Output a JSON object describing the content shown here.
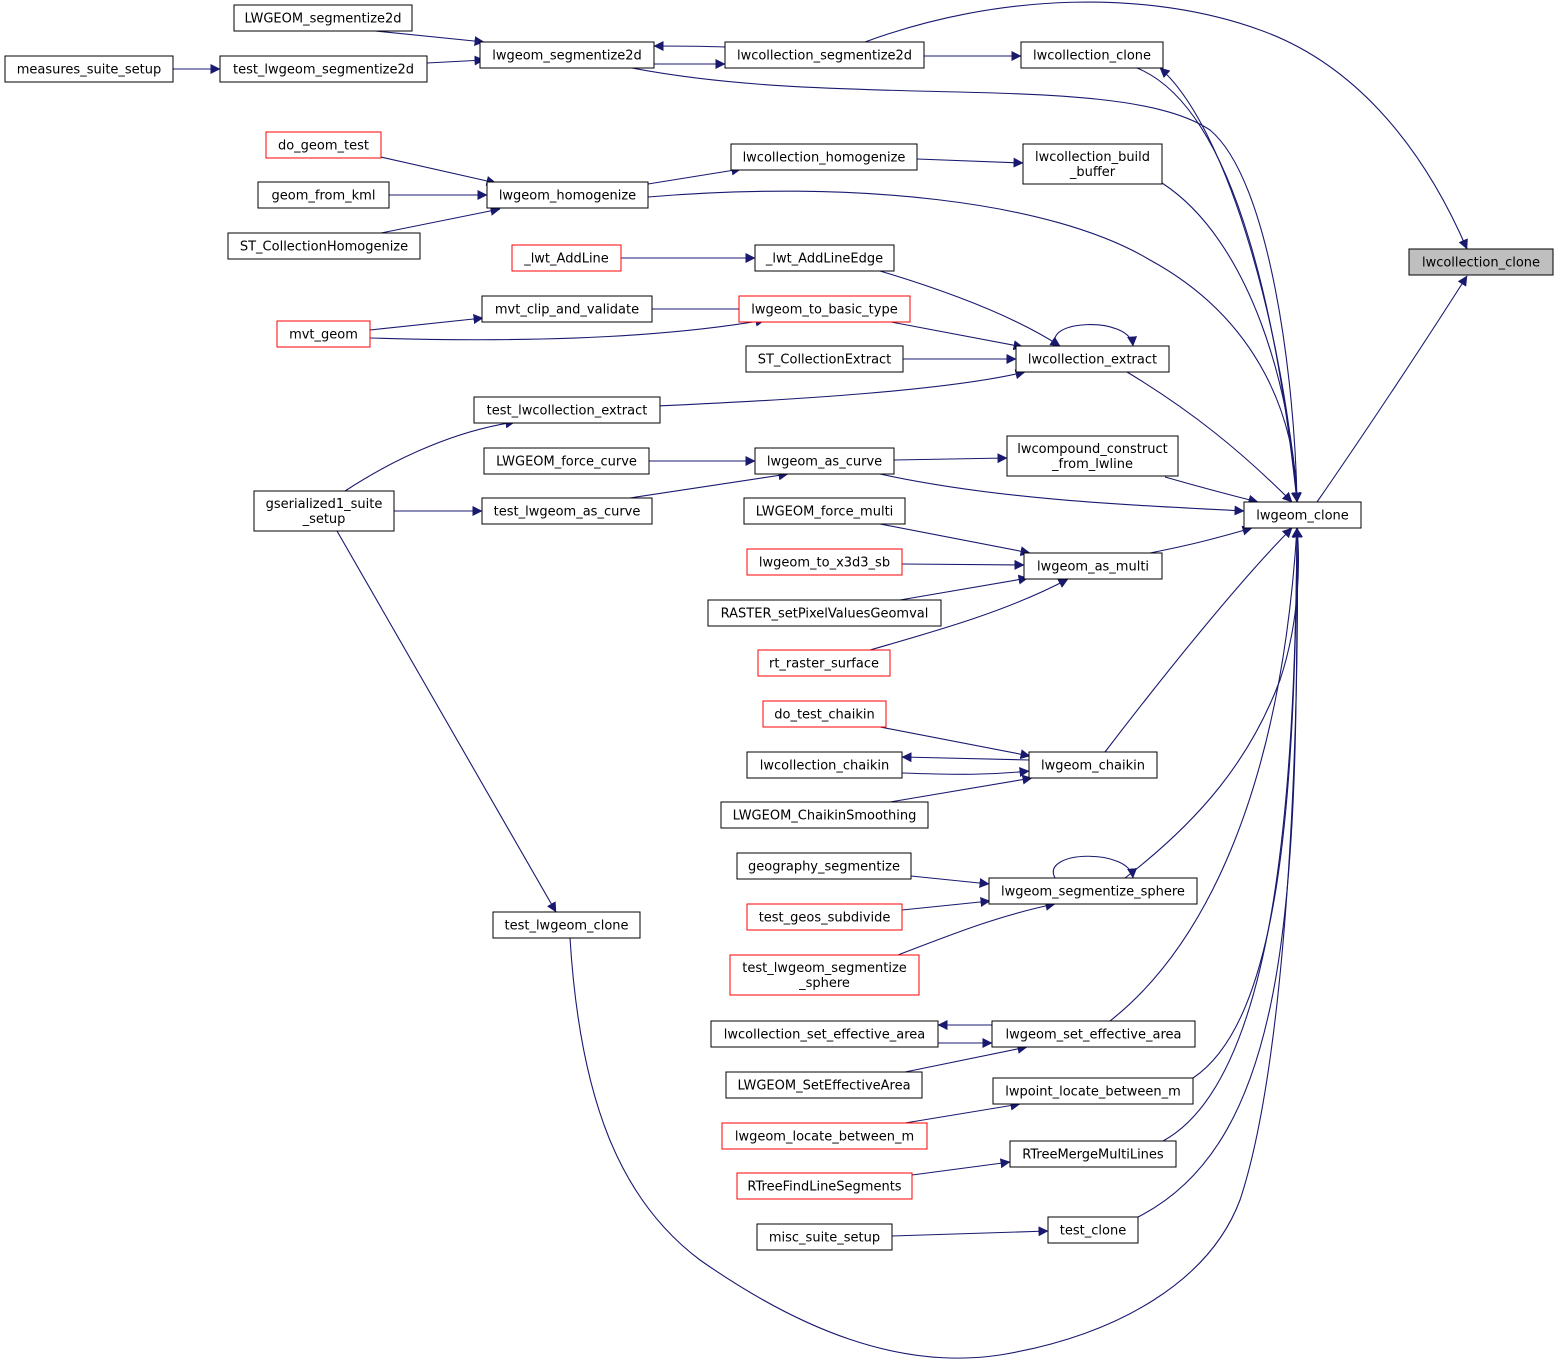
{
  "colors": {
    "edge": "#191970",
    "node_border": "#000000",
    "node_border_truncated": "#ff0000",
    "node_fill": "#ffffff",
    "root_fill": "#bfbfbf"
  },
  "graph": {
    "nodes": [
      {
        "id": "root",
        "lines": [
          "lwcollection_clone"
        ],
        "style": "root"
      },
      {
        "id": "lwgeom_clone",
        "lines": [
          "lwgeom_clone"
        ],
        "style": "normal"
      },
      {
        "id": "lwcollection_clone",
        "lines": [
          "lwcollection_clone"
        ],
        "style": "normal"
      },
      {
        "id": "lwcollection_segmentize2d",
        "lines": [
          "lwcollection_segmentize2d"
        ],
        "style": "normal"
      },
      {
        "id": "lwgeom_segmentize2d",
        "lines": [
          "lwgeom_segmentize2d"
        ],
        "style": "normal"
      },
      {
        "id": "LWGEOM_segmentize2d",
        "lines": [
          "LWGEOM_segmentize2d"
        ],
        "style": "normal"
      },
      {
        "id": "test_lwgeom_segmentize2d",
        "lines": [
          "test_lwgeom_segmentize2d"
        ],
        "style": "normal"
      },
      {
        "id": "measures_suite_setup",
        "lines": [
          "measures_suite_setup"
        ],
        "style": "normal"
      },
      {
        "id": "lwcollection_build_buffer",
        "lines": [
          "lwcollection_build",
          "_buffer"
        ],
        "style": "normal"
      },
      {
        "id": "lwcollection_homogenize",
        "lines": [
          "lwcollection_homogenize"
        ],
        "style": "normal"
      },
      {
        "id": "lwgeom_homogenize",
        "lines": [
          "lwgeom_homogenize"
        ],
        "style": "normal"
      },
      {
        "id": "do_geom_test",
        "lines": [
          "do_geom_test"
        ],
        "style": "truncated"
      },
      {
        "id": "geom_from_kml",
        "lines": [
          "geom_from_kml"
        ],
        "style": "normal"
      },
      {
        "id": "ST_CollectionHomogenize",
        "lines": [
          "ST_CollectionHomogenize"
        ],
        "style": "normal"
      },
      {
        "id": "_lwt_AddLineEdge",
        "lines": [
          "_lwt_AddLineEdge"
        ],
        "style": "normal"
      },
      {
        "id": "_lwt_AddLine",
        "lines": [
          "_lwt_AddLine"
        ],
        "style": "truncated"
      },
      {
        "id": "lwcollection_extract",
        "lines": [
          "lwcollection_extract"
        ],
        "style": "normal"
      },
      {
        "id": "lwgeom_to_basic_type",
        "lines": [
          "lwgeom_to_basic_type"
        ],
        "style": "truncated"
      },
      {
        "id": "mvt_clip_and_validate",
        "lines": [
          "mvt_clip_and_validate"
        ],
        "style": "normal"
      },
      {
        "id": "mvt_geom",
        "lines": [
          "mvt_geom"
        ],
        "style": "truncated"
      },
      {
        "id": "ST_CollectionExtract",
        "lines": [
          "ST_CollectionExtract"
        ],
        "style": "normal"
      },
      {
        "id": "test_lwcollection_extract",
        "lines": [
          "test_lwcollection_extract"
        ],
        "style": "normal"
      },
      {
        "id": "gserialized1_suite_setup",
        "lines": [
          "gserialized1_suite",
          "_setup"
        ],
        "style": "normal"
      },
      {
        "id": "lwcompound_construct_from_lwline",
        "lines": [
          "lwcompound_construct",
          "_from_lwline"
        ],
        "style": "normal"
      },
      {
        "id": "lwgeom_as_curve",
        "lines": [
          "lwgeom_as_curve"
        ],
        "style": "normal"
      },
      {
        "id": "LWGEOM_force_curve",
        "lines": [
          "LWGEOM_force_curve"
        ],
        "style": "normal"
      },
      {
        "id": "test_lwgeom_as_curve",
        "lines": [
          "test_lwgeom_as_curve"
        ],
        "style": "normal"
      },
      {
        "id": "lwgeom_as_multi",
        "lines": [
          "lwgeom_as_multi"
        ],
        "style": "normal"
      },
      {
        "id": "LWGEOM_force_multi",
        "lines": [
          "LWGEOM_force_multi"
        ],
        "style": "normal"
      },
      {
        "id": "lwgeom_to_x3d3_sb",
        "lines": [
          "lwgeom_to_x3d3_sb"
        ],
        "style": "truncated"
      },
      {
        "id": "RASTER_setPixelValuesGeomval",
        "lines": [
          "RASTER_setPixelValuesGeomval"
        ],
        "style": "normal"
      },
      {
        "id": "rt_raster_surface",
        "lines": [
          "rt_raster_surface"
        ],
        "style": "truncated"
      },
      {
        "id": "lwgeom_chaikin",
        "lines": [
          "lwgeom_chaikin"
        ],
        "style": "normal"
      },
      {
        "id": "do_test_chaikin",
        "lines": [
          "do_test_chaikin"
        ],
        "style": "truncated"
      },
      {
        "id": "lwcollection_chaikin",
        "lines": [
          "lwcollection_chaikin"
        ],
        "style": "normal"
      },
      {
        "id": "LWGEOM_ChaikinSmoothing",
        "lines": [
          "LWGEOM_ChaikinSmoothing"
        ],
        "style": "normal"
      },
      {
        "id": "lwgeom_segmentize_sphere",
        "lines": [
          "lwgeom_segmentize_sphere"
        ],
        "style": "normal"
      },
      {
        "id": "geography_segmentize",
        "lines": [
          "geography_segmentize"
        ],
        "style": "normal"
      },
      {
        "id": "test_geos_subdivide",
        "lines": [
          "test_geos_subdivide"
        ],
        "style": "truncated"
      },
      {
        "id": "test_lwgeom_segmentize_sphere",
        "lines": [
          "test_lwgeom_segmentize",
          "_sphere"
        ],
        "style": "truncated"
      },
      {
        "id": "test_lwgeom_clone",
        "lines": [
          "test_lwgeom_clone"
        ],
        "style": "normal"
      },
      {
        "id": "lwgeom_set_effective_area",
        "lines": [
          "lwgeom_set_effective_area"
        ],
        "style": "normal"
      },
      {
        "id": "lwcollection_set_effective_area",
        "lines": [
          "lwcollection_set_effective_area"
        ],
        "style": "normal"
      },
      {
        "id": "LWGEOM_SetEffectiveArea",
        "lines": [
          "LWGEOM_SetEffectiveArea"
        ],
        "style": "normal"
      },
      {
        "id": "lwpoint_locate_between_m",
        "lines": [
          "lwpoint_locate_between_m"
        ],
        "style": "normal"
      },
      {
        "id": "lwgeom_locate_between_m",
        "lines": [
          "lwgeom_locate_between_m"
        ],
        "style": "truncated"
      },
      {
        "id": "RTreeMergeMultiLines",
        "lines": [
          "RTreeMergeMultiLines"
        ],
        "style": "normal"
      },
      {
        "id": "RTreeFindLineSegments",
        "lines": [
          "RTreeFindLineSegments"
        ],
        "style": "truncated"
      },
      {
        "id": "test_clone",
        "lines": [
          "test_clone"
        ],
        "style": "normal"
      },
      {
        "id": "misc_suite_setup",
        "lines": [
          "misc_suite_setup"
        ],
        "style": "normal"
      }
    ],
    "edges": [
      {
        "from": "lwgeom_clone",
        "to": "root"
      },
      {
        "from": "lwcollection_segmentize2d",
        "to": "root"
      },
      {
        "from": "lwcollection_clone",
        "to": "lwgeom_clone"
      },
      {
        "from": "lwgeom_clone",
        "to": "lwcollection_clone"
      },
      {
        "from": "lwcollection_segmentize2d",
        "to": "lwcollection_clone"
      },
      {
        "from": "lwcollection_segmentize2d",
        "to": "lwgeom_segmentize2d"
      },
      {
        "from": "lwgeom_segmentize2d",
        "to": "lwcollection_segmentize2d"
      },
      {
        "from": "lwgeom_segmentize2d",
        "to": "lwgeom_clone"
      },
      {
        "from": "LWGEOM_segmentize2d",
        "to": "lwgeom_segmentize2d"
      },
      {
        "from": "test_lwgeom_segmentize2d",
        "to": "lwgeom_segmentize2d"
      },
      {
        "from": "measures_suite_setup",
        "to": "test_lwgeom_segmentize2d"
      },
      {
        "from": "lwcollection_build_buffer",
        "to": "lwgeom_clone"
      },
      {
        "from": "lwcollection_homogenize",
        "to": "lwcollection_build_buffer"
      },
      {
        "from": "lwgeom_homogenize",
        "to": "lwcollection_homogenize"
      },
      {
        "from": "lwgeom_homogenize",
        "to": "lwgeom_clone"
      },
      {
        "from": "do_geom_test",
        "to": "lwgeom_homogenize"
      },
      {
        "from": "geom_from_kml",
        "to": "lwgeom_homogenize"
      },
      {
        "from": "ST_CollectionHomogenize",
        "to": "lwgeom_homogenize"
      },
      {
        "from": "_lwt_AddLineEdge",
        "to": "lwcollection_extract"
      },
      {
        "from": "_lwt_AddLine",
        "to": "_lwt_AddLineEdge"
      },
      {
        "from": "lwcollection_extract",
        "to": "lwgeom_clone"
      },
      {
        "from": "lwcollection_extract",
        "to": "lwcollection_extract"
      },
      {
        "from": "lwgeom_to_basic_type",
        "to": "lwcollection_extract"
      },
      {
        "from": "mvt_clip_and_validate",
        "to": "lwgeom_to_basic_type"
      },
      {
        "from": "mvt_geom",
        "to": "mvt_clip_and_validate"
      },
      {
        "from": "mvt_geom",
        "to": "lwgeom_to_basic_type"
      },
      {
        "from": "ST_CollectionExtract",
        "to": "lwcollection_extract"
      },
      {
        "from": "test_lwcollection_extract",
        "to": "lwcollection_extract"
      },
      {
        "from": "gserialized1_suite_setup",
        "to": "test_lwcollection_extract"
      },
      {
        "from": "lwcompound_construct_from_lwline",
        "to": "lwgeom_clone"
      },
      {
        "from": "lwgeom_as_curve",
        "to": "lwcompound_construct_from_lwline"
      },
      {
        "from": "lwgeom_as_curve",
        "to": "lwgeom_clone"
      },
      {
        "from": "LWGEOM_force_curve",
        "to": "lwgeom_as_curve"
      },
      {
        "from": "test_lwgeom_as_curve",
        "to": "lwgeom_as_curve"
      },
      {
        "from": "gserialized1_suite_setup",
        "to": "test_lwgeom_as_curve"
      },
      {
        "from": "lwgeom_as_multi",
        "to": "lwgeom_clone"
      },
      {
        "from": "LWGEOM_force_multi",
        "to": "lwgeom_as_multi"
      },
      {
        "from": "lwgeom_to_x3d3_sb",
        "to": "lwgeom_as_multi"
      },
      {
        "from": "RASTER_setPixelValuesGeomval",
        "to": "lwgeom_as_multi"
      },
      {
        "from": "rt_raster_surface",
        "to": "lwgeom_as_multi"
      },
      {
        "from": "lwgeom_chaikin",
        "to": "lwgeom_clone"
      },
      {
        "from": "do_test_chaikin",
        "to": "lwgeom_chaikin"
      },
      {
        "from": "lwgeom_chaikin",
        "to": "lwcollection_chaikin"
      },
      {
        "from": "lwcollection_chaikin",
        "to": "lwgeom_chaikin"
      },
      {
        "from": "LWGEOM_ChaikinSmoothing",
        "to": "lwgeom_chaikin"
      },
      {
        "from": "lwgeom_segmentize_sphere",
        "to": "lwgeom_clone"
      },
      {
        "from": "lwgeom_segmentize_sphere",
        "to": "lwgeom_segmentize_sphere"
      },
      {
        "from": "geography_segmentize",
        "to": "lwgeom_segmentize_sphere"
      },
      {
        "from": "test_geos_subdivide",
        "to": "lwgeom_segmentize_sphere"
      },
      {
        "from": "test_lwgeom_segmentize_sphere",
        "to": "lwgeom_segmentize_sphere"
      },
      {
        "from": "gserialized1_suite_setup",
        "to": "test_lwgeom_clone"
      },
      {
        "from": "test_lwgeom_clone",
        "to": "lwgeom_clone"
      },
      {
        "from": "lwgeom_set_effective_area",
        "to": "lwgeom_clone"
      },
      {
        "from": "lwgeom_set_effective_area",
        "to": "lwcollection_set_effective_area"
      },
      {
        "from": "lwcollection_set_effective_area",
        "to": "lwgeom_set_effective_area"
      },
      {
        "from": "LWGEOM_SetEffectiveArea",
        "to": "lwgeom_set_effective_area"
      },
      {
        "from": "lwpoint_locate_between_m",
        "to": "lwgeom_clone"
      },
      {
        "from": "lwgeom_locate_between_m",
        "to": "lwpoint_locate_between_m"
      },
      {
        "from": "RTreeMergeMultiLines",
        "to": "lwgeom_clone"
      },
      {
        "from": "RTreeFindLineSegments",
        "to": "RTreeMergeMultiLines"
      },
      {
        "from": "test_clone",
        "to": "lwgeom_clone"
      },
      {
        "from": "misc_suite_setup",
        "to": "test_clone"
      }
    ]
  }
}
